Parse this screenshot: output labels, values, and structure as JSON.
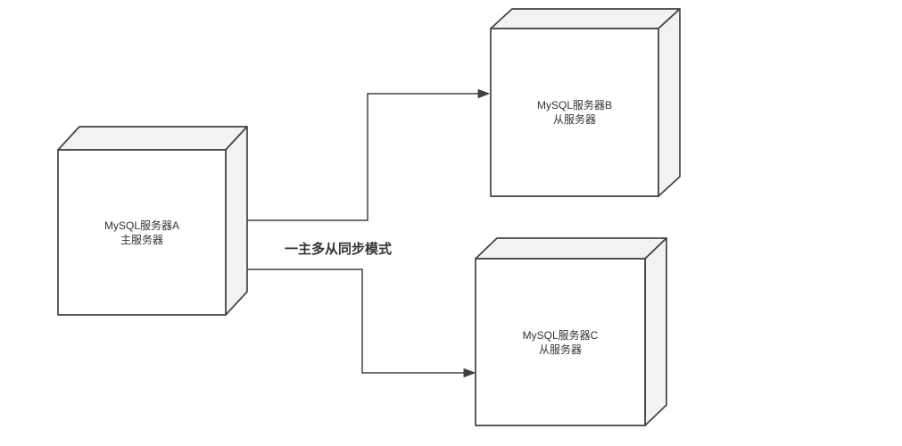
{
  "diagram": {
    "edge_label": "一主多从同步模式",
    "nodes": [
      {
        "name": "MySQL服务器A",
        "role": "主服务器"
      },
      {
        "name": "MySQL服务器B",
        "role": "从服务器"
      },
      {
        "name": "MySQL服务器C",
        "role": "从服务器"
      }
    ],
    "edges": [
      {
        "from": "MySQL服务器A",
        "to": "MySQL服务器B"
      },
      {
        "from": "MySQL服务器A",
        "to": "MySQL服务器C"
      }
    ],
    "colors": {
      "stroke": "#424242",
      "front_fill": "#ffffff",
      "shade_fill": "#f2f2f2",
      "text": "#333333",
      "background": "#ffffff"
    }
  }
}
